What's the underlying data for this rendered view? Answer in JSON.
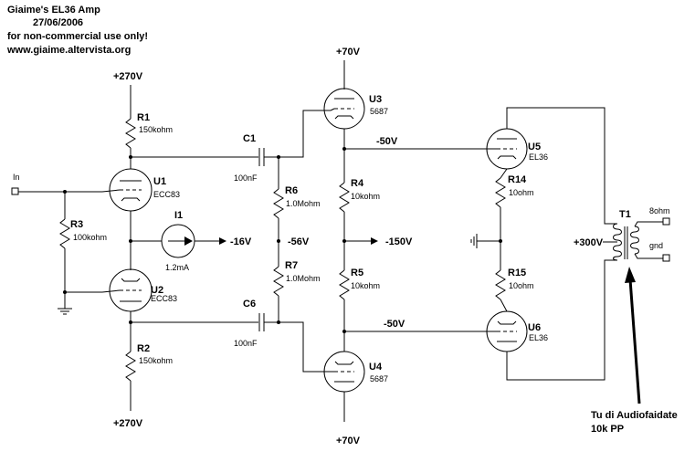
{
  "header": {
    "line1": "Giaime's EL36 Amp",
    "line2": "27/06/2006",
    "line3": "for non-commercial use only!",
    "line4": "www.giaime.altervista.org"
  },
  "input_label": "In",
  "supplies": {
    "top_270": "+270V",
    "bottom_270": "+270V",
    "top_70": "+70V",
    "bottom_70": "+70V",
    "b300": "+300V"
  },
  "nodes": {
    "n16": "-16V",
    "n56": "-56V",
    "n150": "-150V",
    "n50a": "-50V",
    "n50b": "-50V"
  },
  "resistors": {
    "R1": {
      "ref": "R1",
      "value": "150kohm"
    },
    "R2": {
      "ref": "R2",
      "value": "150kohm"
    },
    "R3": {
      "ref": "R3",
      "value": "100kohm"
    },
    "R4": {
      "ref": "R4",
      "value": "10kohm"
    },
    "R5": {
      "ref": "R5",
      "value": "10kohm"
    },
    "R6": {
      "ref": "R6",
      "value": "1.0Mohm"
    },
    "R7": {
      "ref": "R7",
      "value": "1.0Mohm"
    },
    "R14": {
      "ref": "R14",
      "value": "10ohm"
    },
    "R15": {
      "ref": "R15",
      "value": "10ohm"
    }
  },
  "capacitors": {
    "C1": {
      "ref": "C1",
      "value": "100nF"
    },
    "C6": {
      "ref": "C6",
      "value": "100nF"
    }
  },
  "current_source": {
    "ref": "I1",
    "value": "1.2mA"
  },
  "tubes": {
    "U1": {
      "ref": "U1",
      "type": "ECC83"
    },
    "U2": {
      "ref": "U2",
      "type": "ECC83"
    },
    "U3": {
      "ref": "U3",
      "type": "5687"
    },
    "U4": {
      "ref": "U4",
      "type": "5687"
    },
    "U5": {
      "ref": "U5",
      "type": "EL36"
    },
    "U6": {
      "ref": "U6",
      "type": "EL36"
    }
  },
  "transformer": {
    "ref": "T1",
    "out_8ohm": "8ohm",
    "out_gnd": "gnd",
    "note1": "Tu di Audiofaidate",
    "note2": "10k PP"
  }
}
